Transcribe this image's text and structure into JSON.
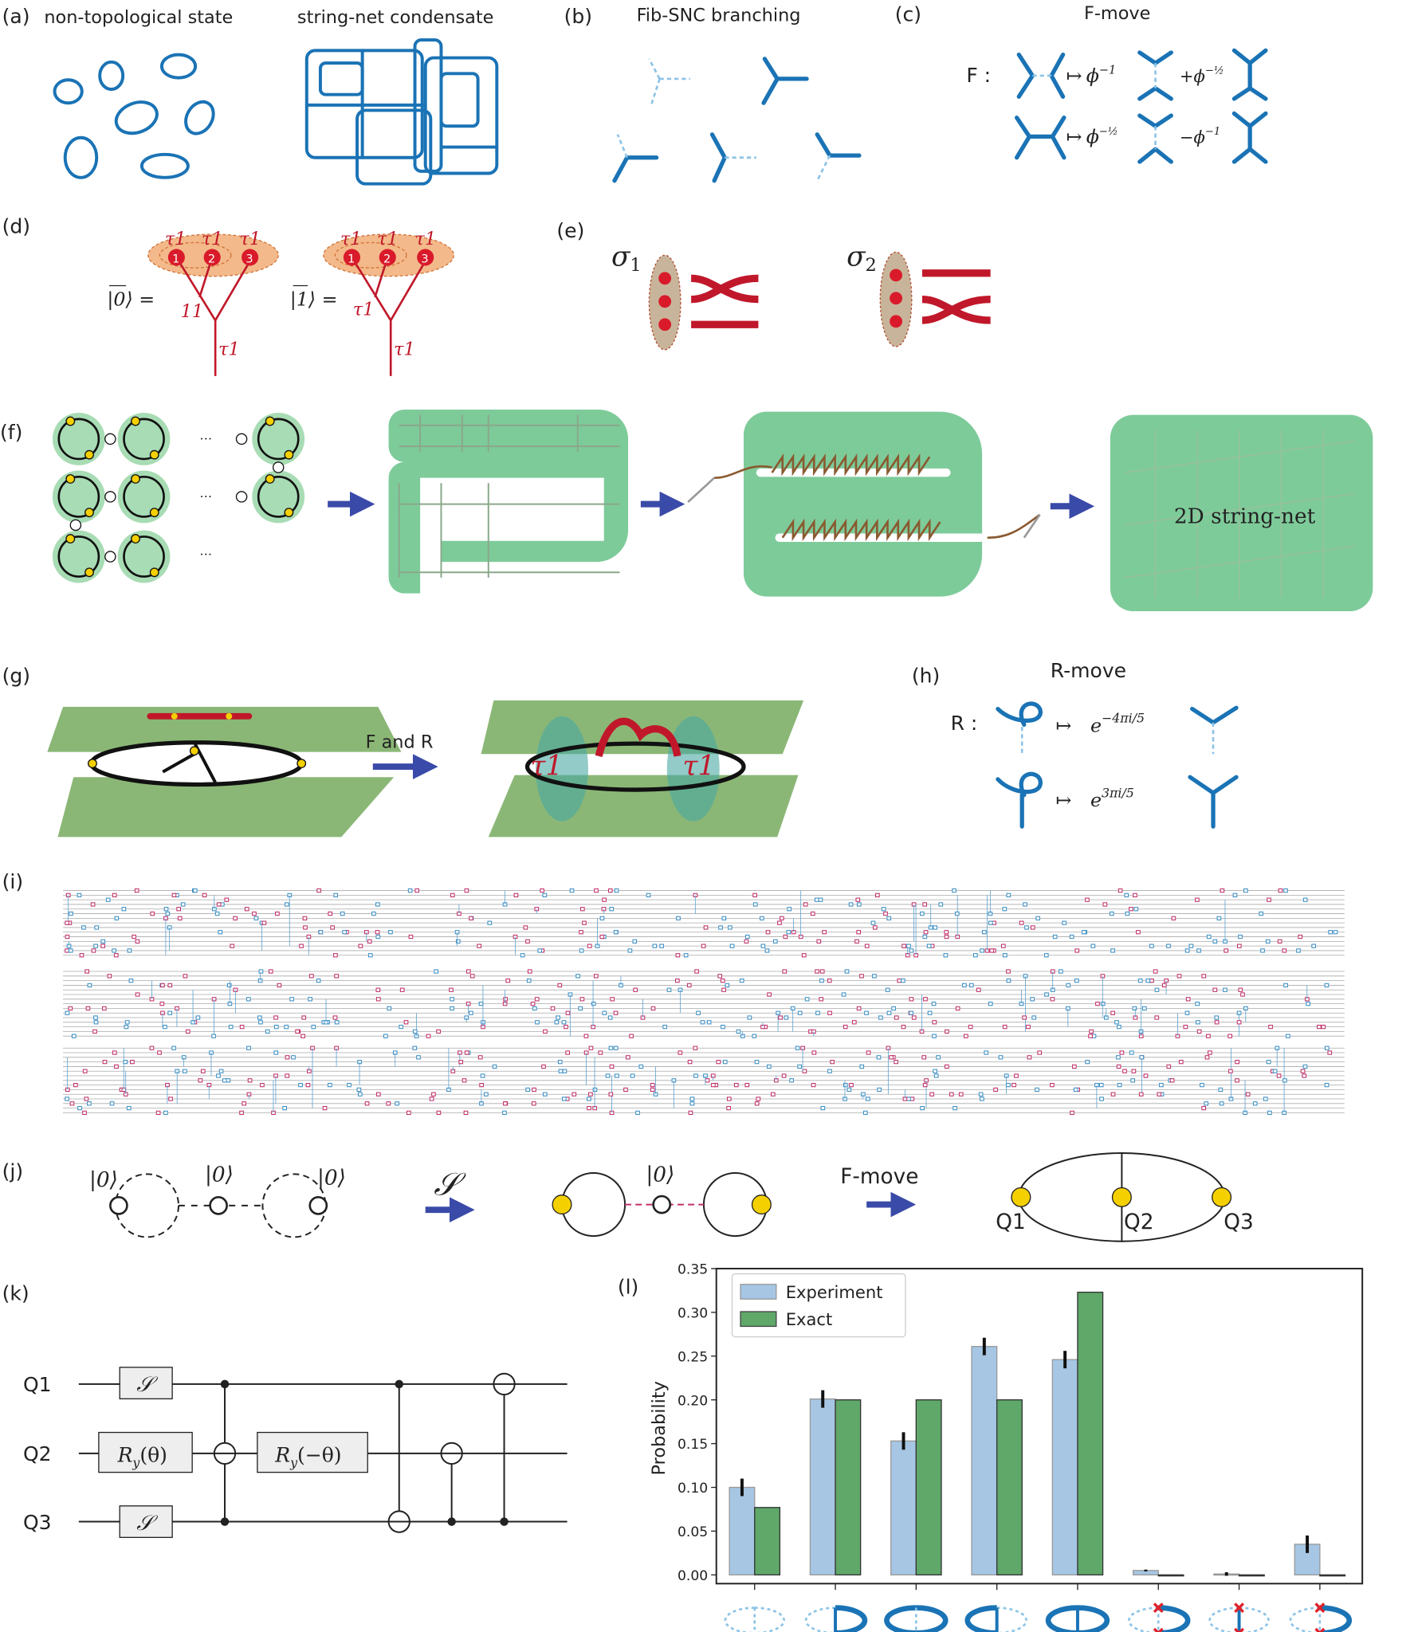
{
  "panels": {
    "a": {
      "label": "(a)",
      "left_title": "non-topological state",
      "right_title": "string-net condensate"
    },
    "b": {
      "label": "(b)",
      "title": "Fib-SNC branching"
    },
    "c": {
      "label": "(c)",
      "title": "F-move",
      "operator": "F  :",
      "arrow": "↦",
      "row1": {
        "coef1": "ϕ",
        "exp1": "−1",
        "coef2": "+ϕ",
        "exp2": "−½"
      },
      "row2": {
        "coef1": "ϕ",
        "exp1": "−½",
        "coef2": "−ϕ",
        "exp2": "−1"
      }
    },
    "d": {
      "label": "(d)",
      "state0": "|0⟩ =",
      "state1": "|1⟩ =",
      "anyon": "τ1",
      "nums": [
        "1",
        "2",
        "3"
      ],
      "branch0": "11",
      "branch1": "τ1",
      "root": "τ1"
    },
    "e": {
      "label": "(e)",
      "s1": "σ",
      "s1sub": "1",
      "s2": "σ",
      "s2sub": "2"
    },
    "f": {
      "label": "(f)",
      "ellipsis": "···",
      "final": "2D string-net"
    },
    "g": {
      "label": "(g)",
      "arrow": "F and R",
      "anyon": "τ1"
    },
    "h": {
      "label": "(h)",
      "title": "R-move",
      "operator": "R  :",
      "arrow": "↦",
      "base": "e",
      "exp1": "−4πi/5",
      "exp2": "3πi/5"
    },
    "i": {
      "label": "(i)"
    },
    "j": {
      "label": "(j)",
      "ket": "|0⟩",
      "S": "𝒮",
      "fmove": "F-move",
      "qubits": [
        "Q1",
        "Q2",
        "Q3"
      ]
    },
    "k": {
      "label": "(k)",
      "qubits": [
        "Q1",
        "Q2",
        "Q3"
      ],
      "gate_s": "𝒮",
      "ry": "R",
      "ry_sub": "y",
      "ry_arg1": "(θ)",
      "ry_arg2": "(−θ)"
    },
    "l": {
      "label": "(l)"
    }
  },
  "colors": {
    "string_blue": "#1a73b5",
    "light_blue": "#8cc3e6",
    "anyon_red": "#c0182a",
    "green": "#7ecb9a",
    "arrow": "#3a4aa8",
    "experiment": "#a6c6e4",
    "exact": "#5fa86a"
  },
  "chart_data": {
    "type": "bar",
    "ylabel": "Probability",
    "ylim": [
      -0.01,
      0.35
    ],
    "yticks": [
      "0.00",
      "0.05",
      "0.10",
      "0.15",
      "0.20",
      "0.25",
      "0.30",
      "0.35"
    ],
    "ytick_values": [
      0,
      0.05,
      0.1,
      0.15,
      0.2,
      0.25,
      0.3,
      0.35
    ],
    "x_tick_icons": [
      "all-dashed",
      "right-half-and-middle",
      "outer-ellipse",
      "left-half-and-middle",
      "full-theta",
      "right-half-crossed",
      "middle-crossed",
      "right-half-crossed"
    ],
    "legend": "top-left",
    "grid": false,
    "series": [
      {
        "name": "Experiment",
        "values": [
          0.1,
          0.201,
          0.153,
          0.261,
          0.246,
          0.005,
          0.001,
          0.035
        ],
        "errors": [
          0.01,
          0.01,
          0.01,
          0.01,
          0.01,
          0.001,
          0.002,
          0.01
        ]
      },
      {
        "name": "Exact",
        "values": [
          0.077,
          0.2,
          0.2,
          0.2,
          0.323,
          0.0,
          0.0,
          0.0
        ]
      }
    ]
  }
}
